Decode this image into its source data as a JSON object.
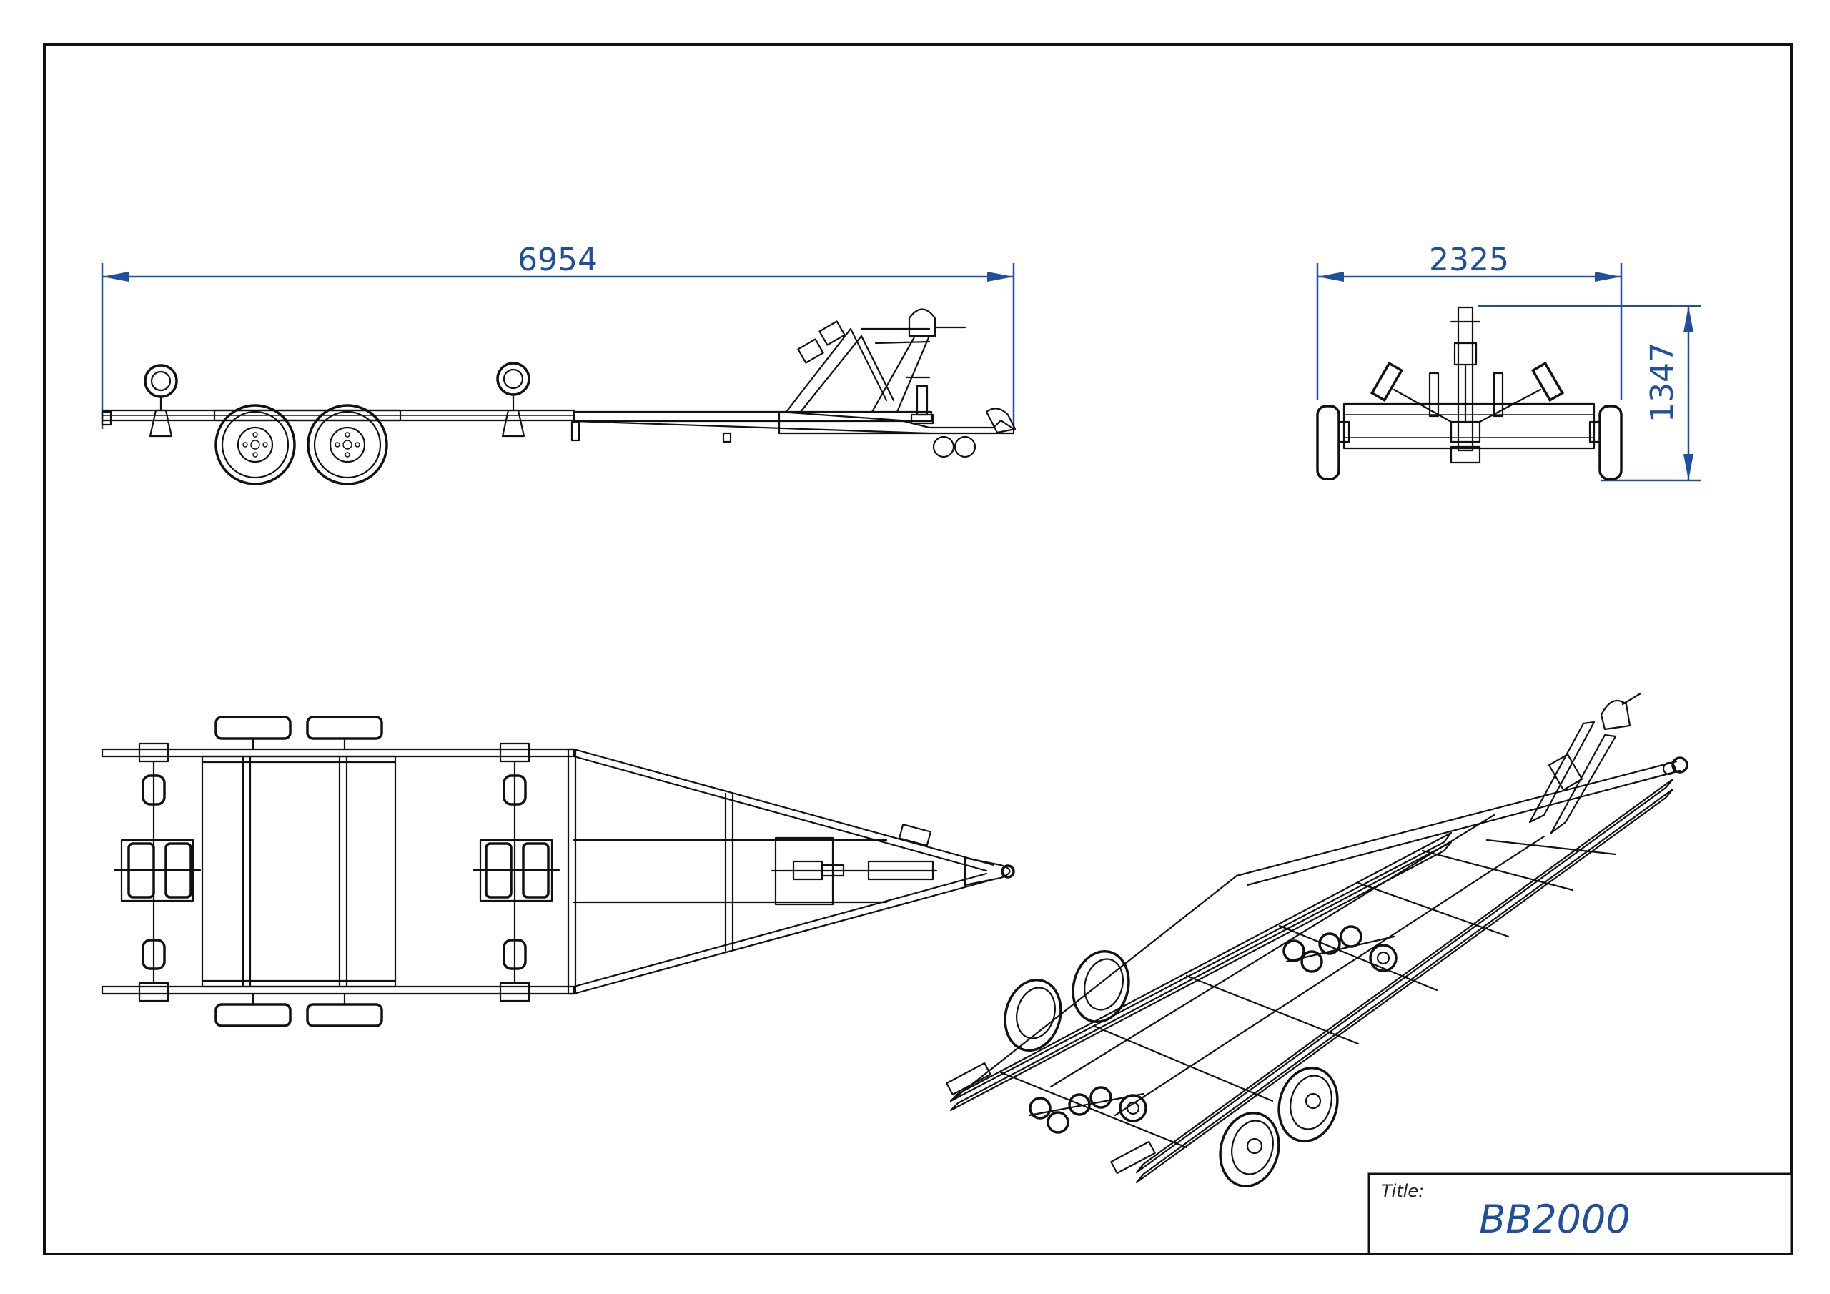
{
  "dimensions": {
    "length": "6954",
    "width": "2325",
    "height": "1347"
  },
  "title_block": {
    "label": "Title:",
    "value": "BB2000"
  },
  "colors": {
    "dimension": "#1f4f9e",
    "line": "#111111",
    "background": "#ffffff"
  }
}
